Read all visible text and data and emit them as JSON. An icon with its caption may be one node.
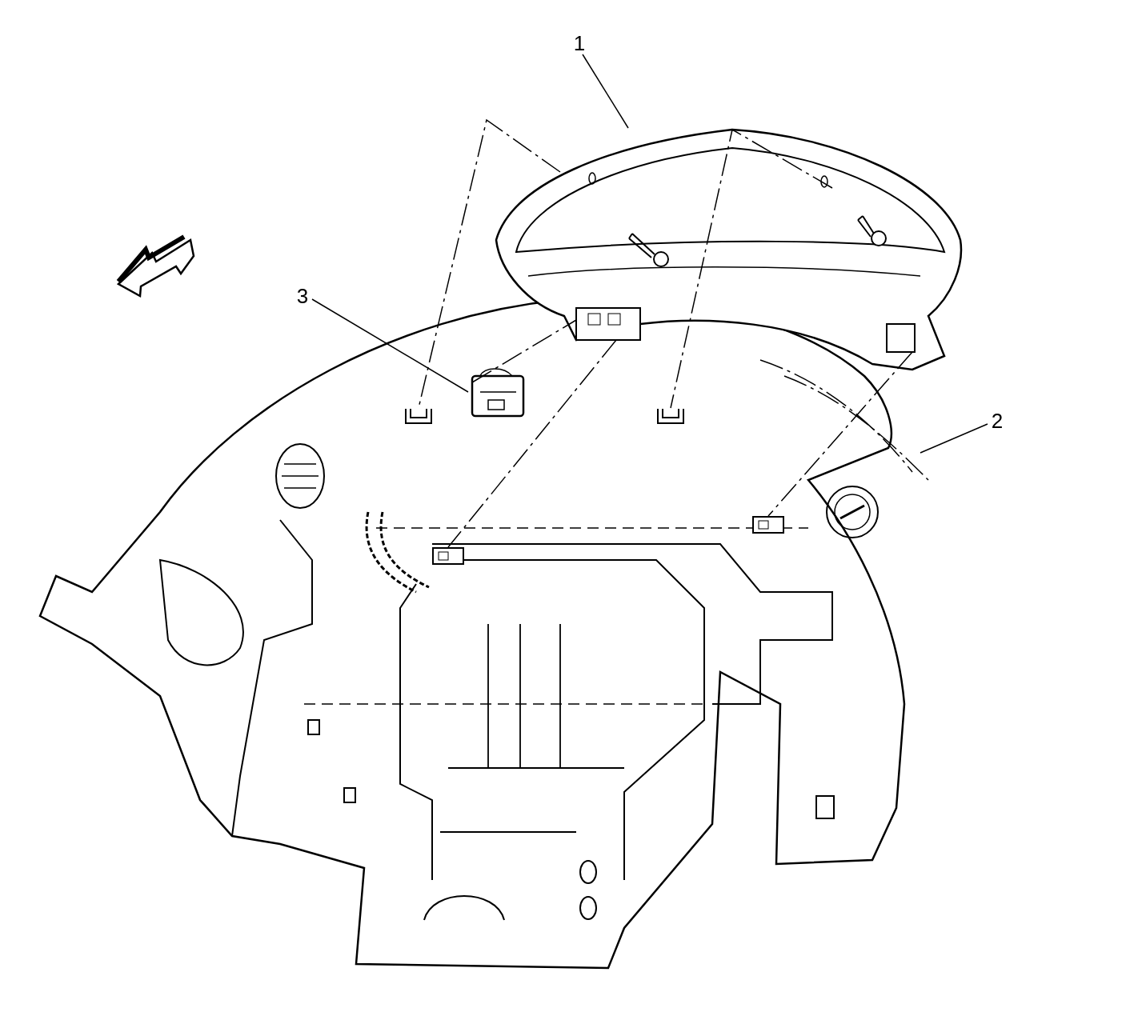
{
  "diagram": {
    "nodes": [
      {
        "text": [
          "1"
        ]
      },
      {
        "text": [],
        "shape": "picture"
      },
      {
        "text": [
          "3"
        ]
      },
      {
        "text": [],
        "shape": "picture",
        "in": 5
      },
      {
        "text": [
          "2"
        ]
      },
      {
        "text": [],
        "shape": "picture"
      },
      {
        "text": [],
        "shape": "picture",
        "in": 5
      },
      {
        "text": [],
        "shape": "picture",
        "in": 5
      },
      {
        "text": [],
        "shape": "picture",
        "in": 5
      },
      {
        "text": [],
        "shape": "picture",
        "in": 5
      }
    ],
    "edges": [
      {
        "from": 0,
        "to": 1,
        "arrow": "none"
      },
      {
        "from": 2,
        "to": 3,
        "arrow": "none"
      },
      {
        "from": 4,
        "to": 5,
        "arrow": "none"
      },
      {
        "from": 1,
        "to": 6,
        "arrow": "none",
        "style": "dashed"
      },
      {
        "from": 1,
        "to": 7,
        "arrow": "none",
        "style": "dashed"
      },
      {
        "from": 1,
        "to": 8,
        "arrow": "none",
        "style": "dashed"
      },
      {
        "from": 1,
        "to": 9,
        "arrow": "none",
        "style": "dashed"
      },
      {
        "from": 3,
        "to": 1,
        "arrow": "none",
        "style": "dashed"
      }
    ]
  }
}
